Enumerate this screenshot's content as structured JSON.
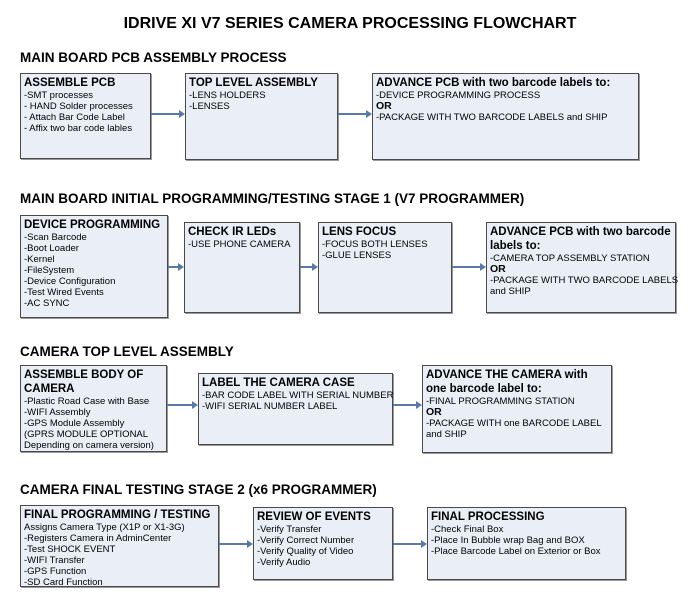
{
  "title": "IDRIVE XI V7 SERIES CAMERA PROCESSING FLOWCHART",
  "sections": [
    {
      "heading": "MAIN BOARD PCB ASSEMBLY PROCESS",
      "boxes": [
        {
          "title": "ASSEMBLE PCB",
          "lines": [
            " -SMT processes",
            " - HAND Solder processes",
            " - Attach Bar Code Label",
            " - Affix two bar code lables"
          ]
        },
        {
          "title": "TOP LEVEL ASSEMBLY",
          "lines": [
            "-LENS HOLDERS",
            "-LENSES"
          ]
        },
        {
          "title": "ADVANCE PCB with two barcode labels to:",
          "lines": [
            "-DEVICE PROGRAMMING PROCESS",
            "OR",
            "-PACKAGE WITH TWO BARCODE LABELS and SHIP"
          ]
        }
      ]
    },
    {
      "heading": "MAIN BOARD INITIAL PROGRAMMING/TESTING STAGE 1 (V7 PROGRAMMER)",
      "boxes": [
        {
          "title": "DEVICE PROGRAMMING",
          "lines": [
            "-Scan Barcode",
            "-Boot Loader",
            "-Kernel",
            "-FileSystem",
            "-Device Configuration",
            "-Test Wired Events",
            "-AC SYNC"
          ]
        },
        {
          "title": "CHECK IR LEDs",
          "lines": [
            "-USE PHONE CAMERA"
          ]
        },
        {
          "title": "LENS FOCUS",
          "lines": [
            "-FOCUS BOTH LENSES",
            "-GLUE LENSES"
          ]
        },
        {
          "title": "ADVANCE PCB with two barcode labels to:",
          "lines": [
            "-CAMERA TOP ASSEMBLY STATION",
            "OR",
            "-PACKAGE WITH TWO BARCODE LABELS",
            "and SHIP"
          ]
        }
      ]
    },
    {
      "heading": "CAMERA TOP LEVEL ASSEMBLY",
      "boxes": [
        {
          "title": "ASSEMBLE BODY OF CAMERA",
          "lines": [
            "-Plastic Road Case with Base",
            "-WIFI Assembly",
            "-GPS Module Assembly",
            "(GPRS MODULE OPTIONAL",
            "Depending on camera version)"
          ]
        },
        {
          "title": "LABEL THE CAMERA CASE",
          "lines": [
            "-BAR CODE LABEL WITH SERIAL NUMBER",
            "-WIFI SERIAL NUMBER LABEL"
          ]
        },
        {
          "title": "ADVANCE THE CAMERA with one barcode label to:",
          "lines": [
            "-FINAL PROGRAMMING STATION",
            " OR",
            "-PACKAGE WITH one BARCODE LABEL",
            "and SHIP"
          ]
        }
      ]
    },
    {
      "heading": "CAMERA FINAL TESTING STAGE 2 (x6 PROGRAMMER)",
      "boxes": [
        {
          "title": "FINAL PROGRAMMING / TESTING",
          "lines": [
            "Assigns Camera Type (X1P or X1-3G)",
            "-Registers Camera in AdminCenter",
            "-Test SHOCK EVENT",
            "-WIFI Transfer",
            "-GPS Function",
            "-SD Card Function"
          ]
        },
        {
          "title": "REVIEW OF EVENTS",
          "lines": [
            "-Verify Transfer",
            "-Verify Correct Number",
            "-Verify Quality of Video",
            "-Verify Audio"
          ]
        },
        {
          "title": "FINAL PROCESSING",
          "lines": [
            " -Check Final Box",
            "-Place In Bubble wrap Bag and BOX",
            "-Place Barcode Label on Exterior or Box"
          ]
        }
      ]
    }
  ]
}
